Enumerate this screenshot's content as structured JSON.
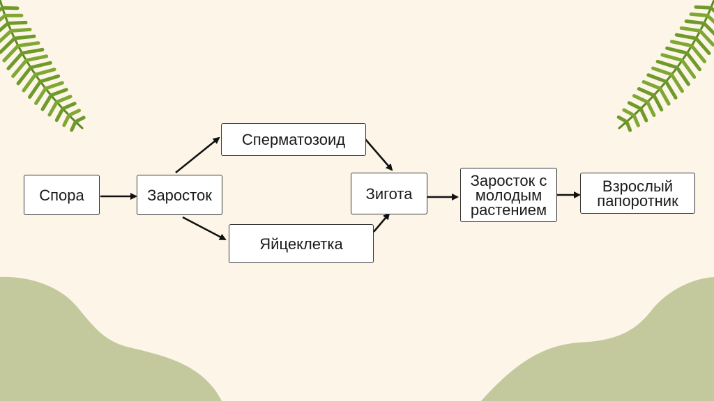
{
  "colors": {
    "background": "#fcf5e8",
    "hill": "#c3c89d",
    "fern": "#6f9a2a",
    "fern_dark": "#4d7a1d",
    "box_border": "#333333",
    "arrow": "#111111"
  },
  "decorations": {
    "left_fern": "fern-icon",
    "right_fern": "fern-icon"
  },
  "nodes": {
    "spora": "Спора",
    "zarostok": "Заросток",
    "spermatozoid": "Сперматозоид",
    "yaytsekletka": "Яйцеклетка",
    "zigota": "Зигота",
    "zarostok_s_rasteniem": [
      "Заросток с",
      "молодым",
      "растением"
    ],
    "vzroslyy_paporotnik": [
      "Взрослый",
      "папоротник"
    ]
  },
  "edges": [
    {
      "from": "spora",
      "to": "zarostok"
    },
    {
      "from": "zarostok",
      "to": "spermatozoid"
    },
    {
      "from": "zarostok",
      "to": "yaytsekletka"
    },
    {
      "from": "spermatozoid",
      "to": "zigota"
    },
    {
      "from": "yaytsekletka",
      "to": "zigota"
    },
    {
      "from": "zigota",
      "to": "zarostok_s_rasteniem"
    },
    {
      "from": "zarostok_s_rasteniem",
      "to": "vzroslyy_paporotnik"
    }
  ]
}
